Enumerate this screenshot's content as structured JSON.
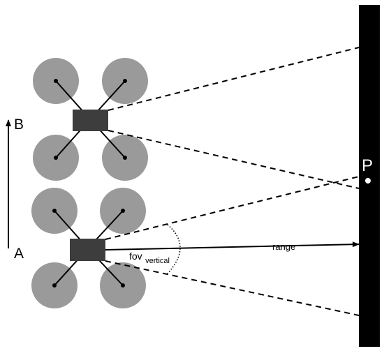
{
  "colors": {
    "rotor": "#9a9a9a",
    "body": "#3d3d3d",
    "wall": "#000000",
    "line": "#000000",
    "background": "#ffffff"
  },
  "labels": {
    "position_a": "A",
    "position_b": "B",
    "point": "P",
    "fov_main": "fov",
    "fov_sub": "vertical",
    "range": "range"
  }
}
